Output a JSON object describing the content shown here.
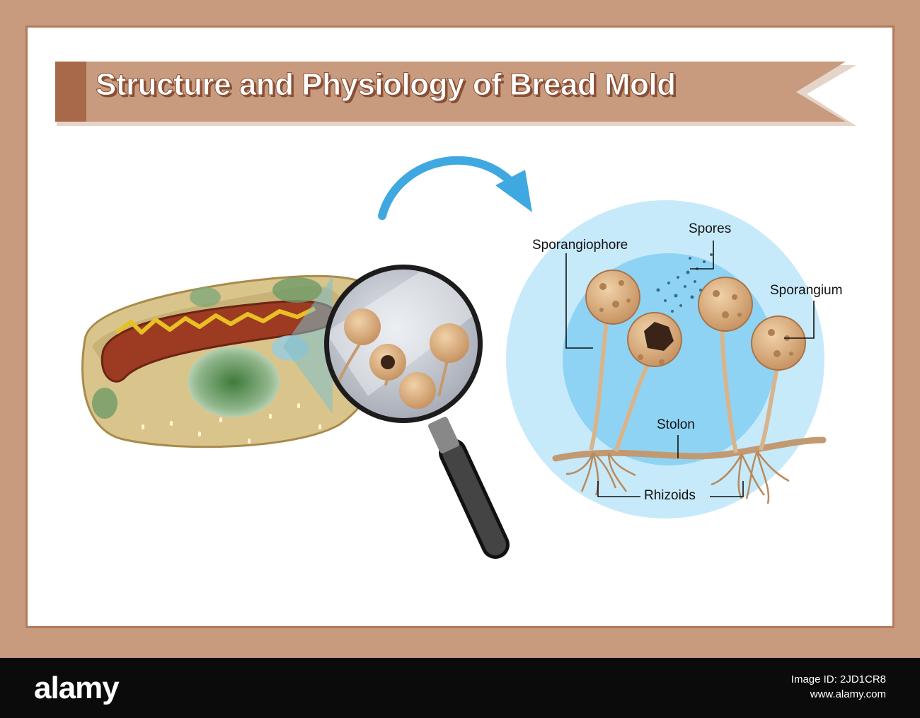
{
  "title": "Structure and Physiology of Bread Mold",
  "labels": {
    "sporangiophore": "Sporangiophore",
    "spores": "Spores",
    "sporangium": "Sporangium",
    "stolon": "Stolon",
    "rhizoids": "Rhizoids"
  },
  "footer": {
    "brand": "alamy",
    "image_id": "Image ID: 2JD1CR8",
    "site": "www.alamy.com"
  },
  "colors": {
    "frame": "#c89b7e",
    "title_band": "#c89b7e",
    "title_band_dark": "#a8694a",
    "arrow": "#3fa8e0",
    "circle_outer": "#c7eafb",
    "circle_inner": "#8fd3f4",
    "spore_body": "#deb483",
    "stalk": "#d8b48c"
  },
  "icons": [
    "magnifying-glass-icon",
    "curved-arrow-icon"
  ]
}
